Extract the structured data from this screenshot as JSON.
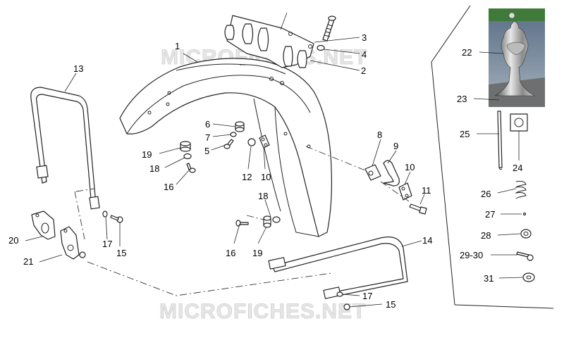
{
  "watermark": "MICROFICHES.NET",
  "callouts": {
    "c1": "1",
    "c2": "2",
    "c3": "3",
    "c4": "4",
    "c5": "5",
    "c6": "6",
    "c7": "7",
    "c8": "8",
    "c9": "9",
    "c10a": "10",
    "c10b": "10",
    "c11": "11",
    "c12": "12",
    "c13": "13",
    "c14": "14",
    "c15a": "15",
    "c15b": "15",
    "c16a": "16",
    "c16b": "16",
    "c17a": "17",
    "c17b": "17",
    "c18a": "18",
    "c18b": "18",
    "c19a": "19",
    "c19b": "19",
    "c20": "20",
    "c21": "21",
    "c22": "22",
    "c23": "23",
    "c24": "24",
    "c25": "25",
    "c26": "26",
    "c27": "27",
    "c28": "28",
    "c2930": "29-30",
    "c31": "31"
  }
}
